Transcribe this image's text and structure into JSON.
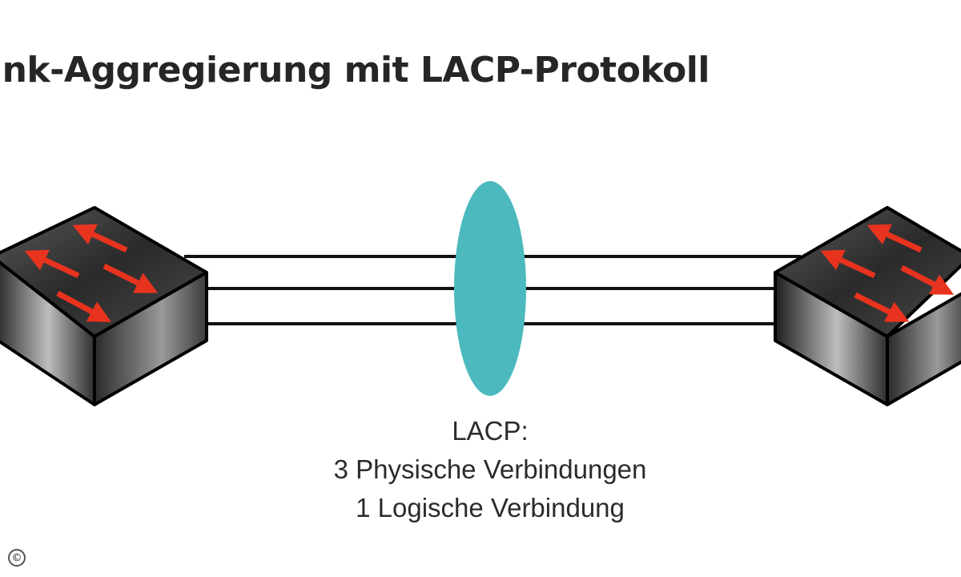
{
  "title": "ink-Aggregierung mit LACP-Protokoll",
  "caption": {
    "line1": "LACP:",
    "line2": "3 Physische Verbindungen",
    "line3": "1 Logische Verbindung"
  },
  "copyright": "©",
  "colors": {
    "bundle_ellipse": "#4bb9bd",
    "arrow": "#e8331e",
    "switch_top": "#3a3a3a",
    "link_line": "#111111"
  },
  "icons": {
    "left_switch": "network-switch-icon",
    "right_switch": "network-switch-icon",
    "bundle": "lacp-bundle-ellipse"
  }
}
